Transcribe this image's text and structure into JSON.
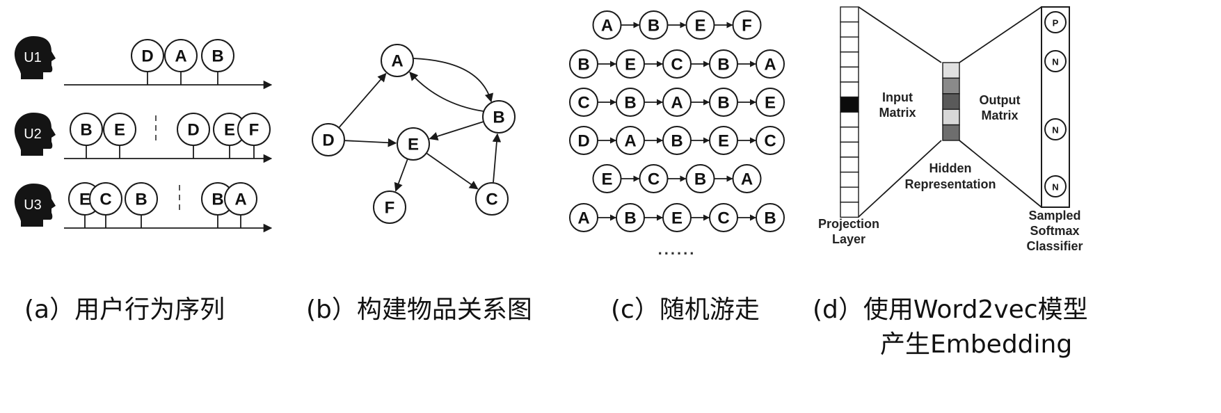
{
  "panel_a": {
    "users": [
      {
        "label": "U1",
        "before": [],
        "after": [
          "D",
          "A",
          "B"
        ]
      },
      {
        "label": "U2",
        "before": [
          "B",
          "E"
        ],
        "after": [
          "D",
          "E",
          "F"
        ]
      },
      {
        "label": "U3",
        "before": [
          "E",
          "C",
          "B"
        ],
        "after": [
          "B",
          "A"
        ]
      }
    ]
  },
  "panel_b": {
    "nodes": [
      "A",
      "B",
      "D",
      "E",
      "F",
      "C"
    ],
    "edges": [
      [
        "D",
        "A"
      ],
      [
        "D",
        "E"
      ],
      [
        "A",
        "B"
      ],
      [
        "B",
        "A"
      ],
      [
        "B",
        "E"
      ],
      [
        "E",
        "F"
      ],
      [
        "E",
        "C"
      ],
      [
        "C",
        "B"
      ]
    ]
  },
  "panel_c": {
    "walks": [
      [
        "A",
        "B",
        "E",
        "F"
      ],
      [
        "B",
        "E",
        "C",
        "B",
        "A"
      ],
      [
        "C",
        "B",
        "A",
        "B",
        "E"
      ],
      [
        "D",
        "A",
        "B",
        "E",
        "C"
      ],
      [
        "E",
        "C",
        "B",
        "A"
      ],
      [
        "A",
        "B",
        "E",
        "C",
        "B"
      ]
    ],
    "ellipsis": "......"
  },
  "panel_d": {
    "input_matrix": "Input\nMatrix",
    "output_matrix": "Output\nMatrix",
    "hidden": "Hidden\nRepresentation",
    "projection": "Projection\nLayer",
    "softmax": "Sampled\nSoftmax\nClassifier",
    "output_nodes": [
      "P",
      "N",
      "N",
      "N"
    ]
  },
  "captions": {
    "a": "(a）用户行为序列",
    "b": "(b）构建物品关系图",
    "c": "(c）随机游走",
    "d_line1": "(d）使用Word2vec模型",
    "d_line2": "产生Embedding"
  }
}
